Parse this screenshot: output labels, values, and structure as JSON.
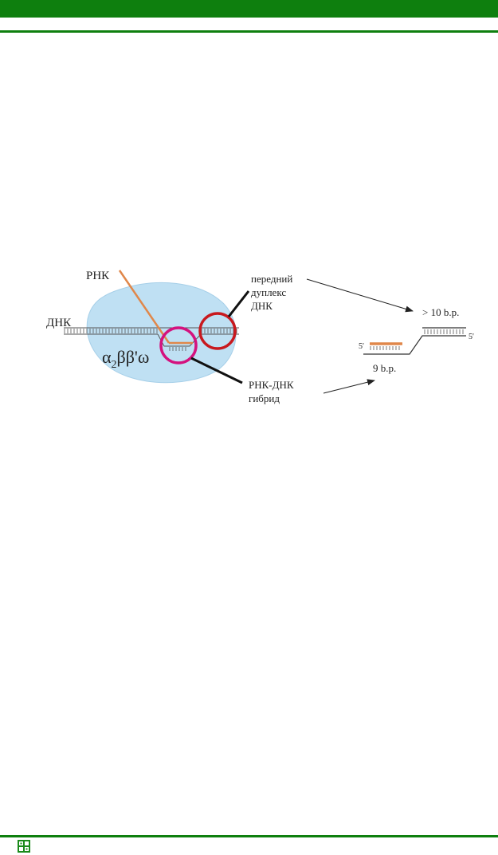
{
  "diagram": {
    "labels": {
      "rna": "РНК",
      "dna": "ДНК",
      "enzyme_alpha": "α",
      "enzyme_sub": "2",
      "enzyme_rest": "ββ'ω",
      "front_duplex_line1": "передний",
      "front_duplex_line2": "дуплекс",
      "front_duplex_line3": "ДНК",
      "hybrid_line1": "РНК-ДНК",
      "hybrid_line2": "гибрид",
      "gt10bp": "> 10 b.p.",
      "bp9": "9 b.p.",
      "five_prime_left": "5'",
      "five_prime_right": "5'"
    },
    "colors": {
      "header_green": "#0e7f0e",
      "enzyme_fill": "#bfe0f3",
      "rna_orange": "#e0874a",
      "hybrid_circle": "#d4127e",
      "duplex_circle": "#c8191e"
    },
    "icons": {
      "footer_logo": "puzzle-logo-icon"
    }
  }
}
